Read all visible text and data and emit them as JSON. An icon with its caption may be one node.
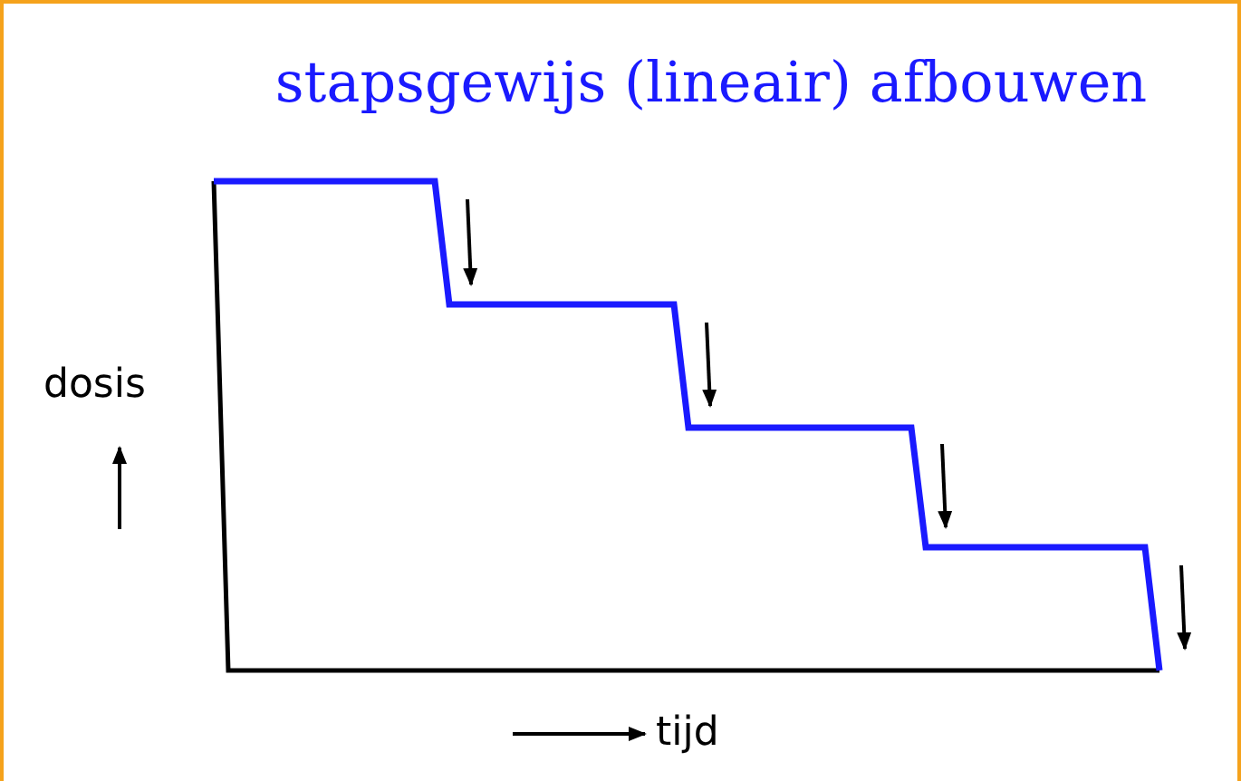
{
  "diagram": {
    "title": "stapsgewijs (lineair) afbouwen",
    "labels": [
      "dosis",
      "tijd"
    ]
  }
}
